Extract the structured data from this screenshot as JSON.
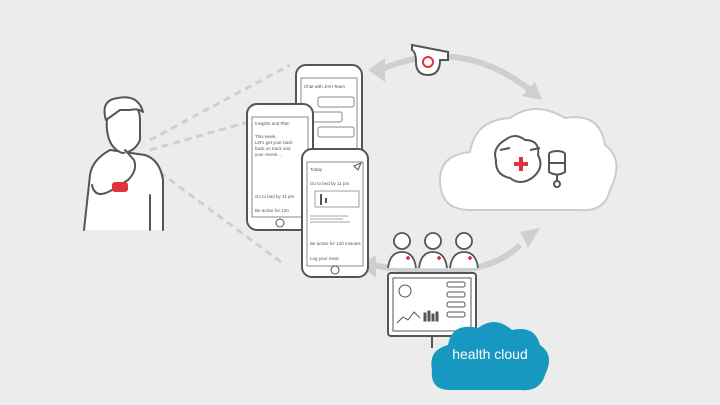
{
  "phones": {
    "chat": {
      "title": "Chat with JHH Team"
    },
    "insights": {
      "title": "Insights and Plan",
      "body": [
        "This week,",
        "Let's get your back",
        "back on track and",
        "your recent ..."
      ],
      "item1": "Go to bed by 11 pm",
      "item2": "Be active for 120"
    },
    "today": {
      "title": "Today",
      "item1": "Go to bed by 11 pm",
      "item2": "Be active for 120 minutes",
      "item3": "Log your meal"
    }
  },
  "cloud": {
    "label": "health cloud",
    "color": "#1798c1"
  },
  "colors": {
    "accent": "#e0343c",
    "line": "#555555",
    "arrow": "#cfcfcf"
  }
}
